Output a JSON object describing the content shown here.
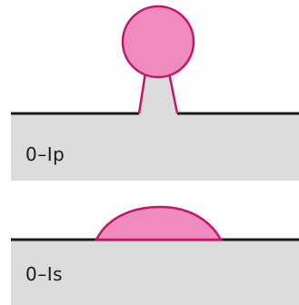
{
  "colors": {
    "background": "#ffffff",
    "ground_fill": "#dcdcdc",
    "surface_line": "#1a1a1a",
    "lesion_fill": "#f08bbd",
    "lesion_stroke": "#c5146e"
  },
  "panels": [
    {
      "label": "0–Ip",
      "shape": "pedunculated"
    },
    {
      "label": "0–Is",
      "shape": "sessile"
    }
  ]
}
